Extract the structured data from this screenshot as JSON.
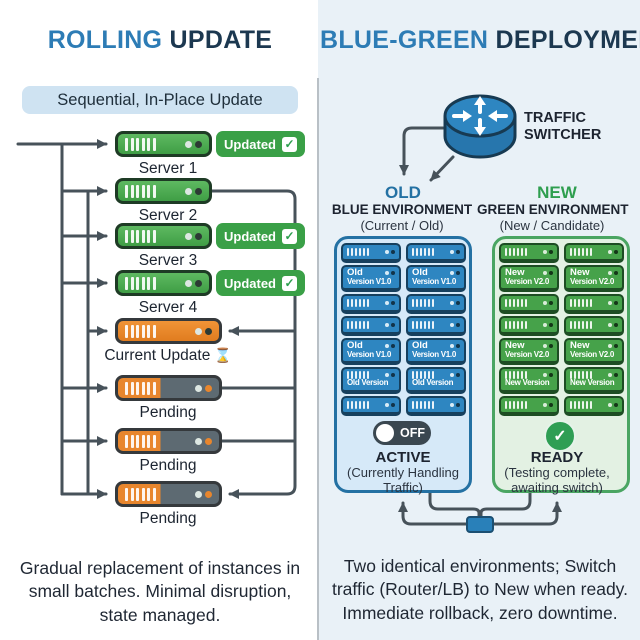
{
  "colors": {
    "title_accent": "#2d7cb5",
    "title_dark": "#1c3850",
    "flow_line": "#47525a",
    "green_server": "#43a047",
    "orange_server": "#e8862d",
    "pending_gray": "#5d6a72",
    "badge_green": "#3aa047",
    "blue_server": "#2e86c1",
    "env_blue_bg": "#d6e9f8",
    "env_blue_border": "#2471a3",
    "env_green_bg": "#e3f1e3",
    "env_green_border": "#4aa562",
    "right_panel_bg": "#e9f1f7",
    "subtitle_bg": "#cfe3f2",
    "toggle_bg": "#3a4750",
    "check_green": "#2f9e54",
    "lb_blue": "#2980b9"
  },
  "icons": {
    "check": "✓",
    "hourglass": "⌛"
  },
  "left": {
    "title_accent": "ROLLING",
    "title_rest": "UPDATE",
    "subtitle": "Sequential, In-Place Update",
    "badge_label": "Updated",
    "servers": [
      {
        "label": "Server 1",
        "state": "updated",
        "badge": true
      },
      {
        "label": "Server 2",
        "state": "updated",
        "badge": false
      },
      {
        "label": "Server 3",
        "state": "updated",
        "badge": true
      },
      {
        "label": "Server 4",
        "state": "updated",
        "badge": true
      },
      {
        "label": "Current Update",
        "state": "current",
        "badge": false,
        "hourglass": true
      },
      {
        "label": "Pending",
        "state": "pending",
        "badge": false
      },
      {
        "label": "Pending",
        "state": "pending",
        "badge": false
      },
      {
        "label": "Pending",
        "state": "pending",
        "badge": false
      }
    ],
    "caption": "Gradual replacement of instances in small batches. Minimal disruption, state managed."
  },
  "right": {
    "title_accent": "BLUE-GREEN",
    "title_rest": "DEPLOYMENT",
    "traffic_switcher_label": "TRAFFIC SWITCHER",
    "environments": [
      {
        "id": "blue",
        "tag": "OLD",
        "name": "BLUE ENVIRONMENT",
        "subtitle": "(Current / Old)",
        "unit_rows": [
          {
            "type": "vents"
          },
          {
            "type": "label",
            "line1": "Old",
            "line2": "Version V1.0"
          },
          {
            "type": "vents"
          },
          {
            "type": "vents"
          },
          {
            "type": "label",
            "line1": "Old",
            "line2": "Version V1.0"
          },
          {
            "type": "vents_label",
            "label": "Old Version"
          },
          {
            "type": "vents"
          }
        ],
        "toggle_label": "OFF",
        "status": "ACTIVE",
        "status_detail": "(Currently Handling Traffic)"
      },
      {
        "id": "green",
        "tag": "NEW",
        "name": "GREEN ENVIRONMENT",
        "subtitle": "(New / Candidate)",
        "unit_rows": [
          {
            "type": "vents"
          },
          {
            "type": "label",
            "line1": "New",
            "line2": "Version V2.0"
          },
          {
            "type": "vents"
          },
          {
            "type": "vents"
          },
          {
            "type": "label",
            "line1": "New",
            "line2": "Version V2.0"
          },
          {
            "type": "vents_label",
            "label": "New Version"
          },
          {
            "type": "vents"
          }
        ],
        "status": "READY",
        "status_detail": "(Testing complete, awaiting switch)"
      }
    ],
    "caption": "Two identical environments; Switch traffic (Router/LB) to New when ready. Immediate rollback, zero downtime."
  }
}
